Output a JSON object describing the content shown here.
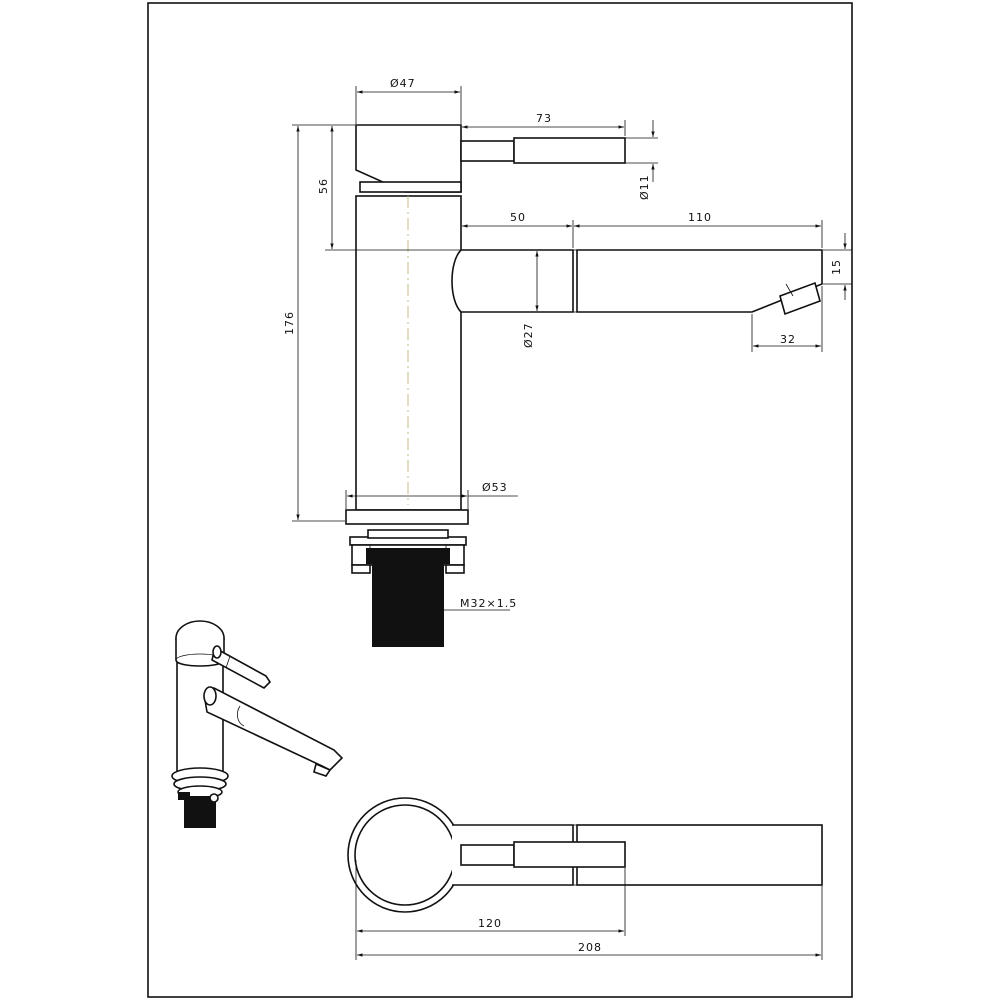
{
  "colors": {
    "stroke": "#111111",
    "background": "#ffffff",
    "centerline": "#c9b78a"
  },
  "dimensions": {
    "d47": "Ø47",
    "d73": "73",
    "d56": "56",
    "d11": "Ø11",
    "d50": "50",
    "d110": "110",
    "d15": "15",
    "d176": "176",
    "d27": "Ø27",
    "d32": "32",
    "d53": "Ø53",
    "thread": "M32×1.5",
    "d120": "120",
    "d208": "208"
  }
}
